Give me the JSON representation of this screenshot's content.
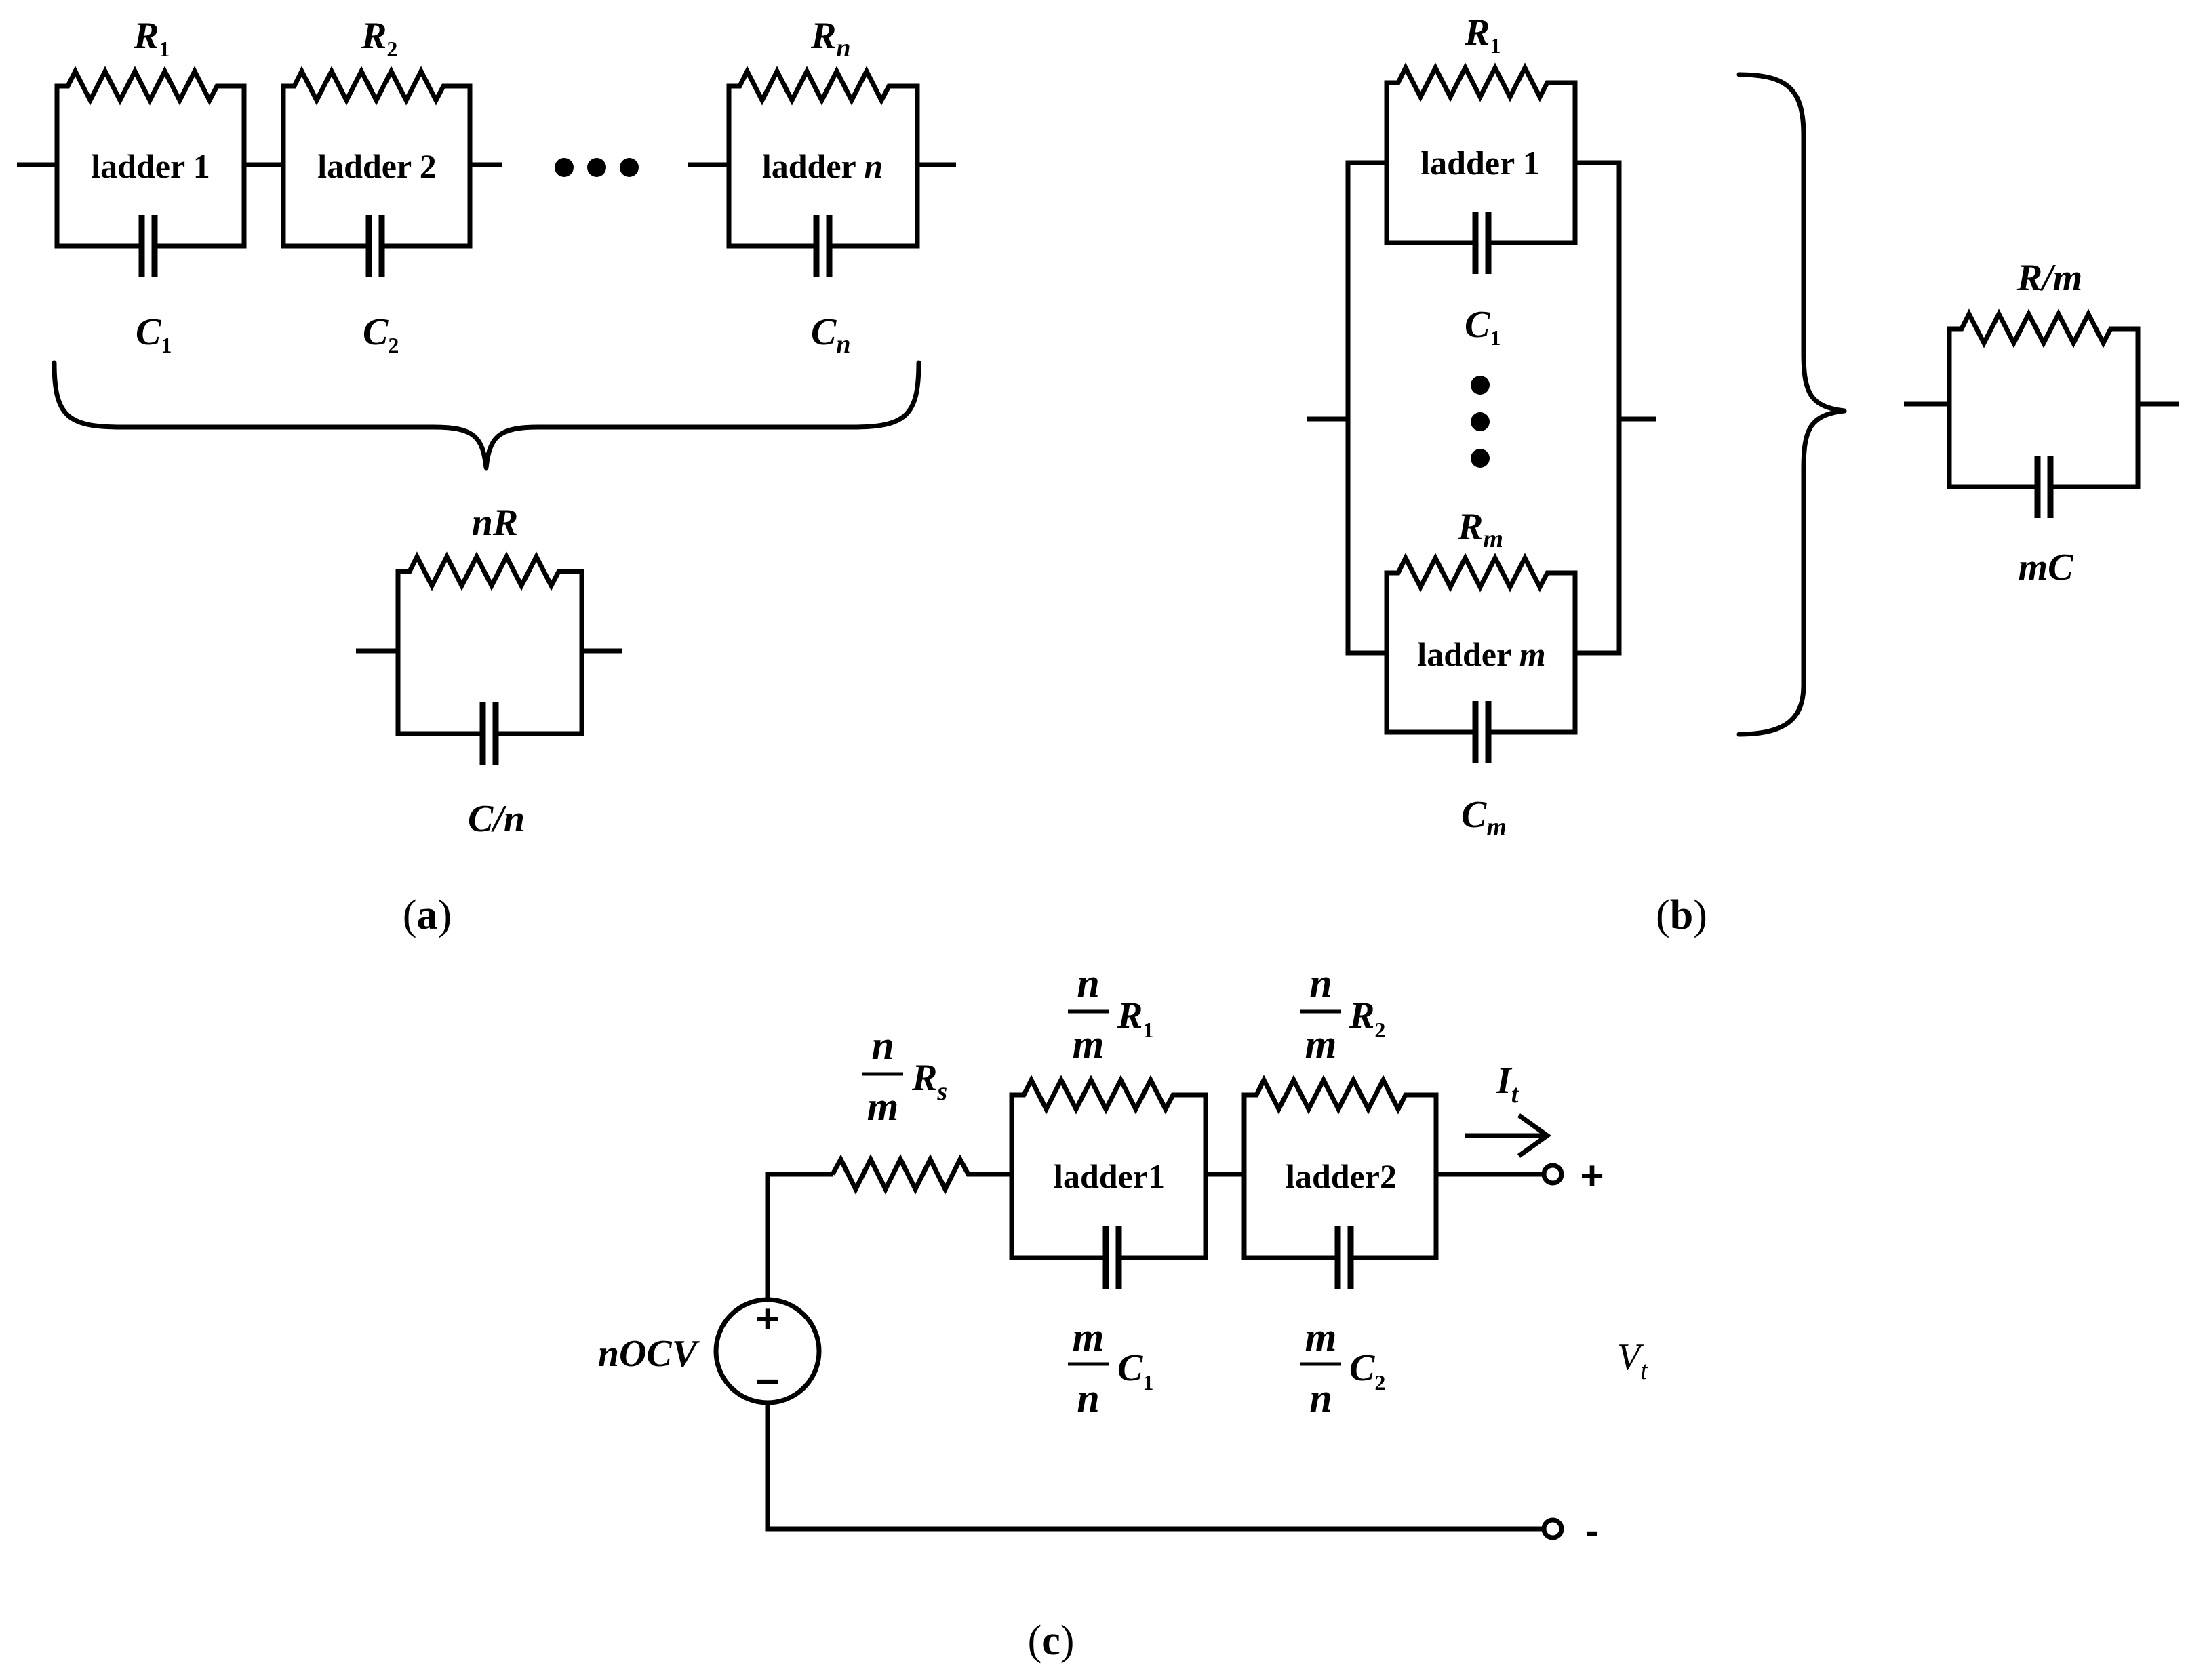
{
  "panel_a": {
    "caption_open": "(",
    "caption_letter": "a",
    "caption_close": ")",
    "ladder1": {
      "box": "ladder 1",
      "r": "R",
      "r_sub": "1",
      "c": "C",
      "c_sub": "1"
    },
    "ladder2": {
      "box": "ladder 2",
      "r": "R",
      "r_sub": "2",
      "c": "C",
      "c_sub": "2"
    },
    "laddern": {
      "box_prefix": "ladder ",
      "box_var": "n",
      "r": "R",
      "r_sub": "n",
      "c": "C",
      "c_sub": "n"
    },
    "equiv": {
      "r": "nR",
      "c": "C/n"
    }
  },
  "panel_b": {
    "caption_open": "(",
    "caption_letter": "b",
    "caption_close": ")",
    "ladder1": {
      "box": "ladder 1",
      "r": "R",
      "r_sub": "1",
      "c": "C",
      "c_sub": "1"
    },
    "ladderm": {
      "box_prefix": "ladder ",
      "box_var": "m",
      "r": "R",
      "r_sub": "m",
      "c": "C",
      "c_sub": "m"
    },
    "equiv": {
      "r": "R/m",
      "c": "mC"
    }
  },
  "panel_c": {
    "caption_open": "(",
    "caption_letter": "c",
    "caption_close": ")",
    "source": "nOCV",
    "source_plus": "+",
    "source_minus": "−",
    "rs": {
      "num": "n",
      "den": "m",
      "r": "R",
      "r_sub": "s"
    },
    "ladder1": {
      "box": "ladder1",
      "r_num": "n",
      "r_den": "m",
      "r": "R",
      "r_sub": "1",
      "c_num": "m",
      "c_den": "n",
      "c": "C",
      "c_sub": "1"
    },
    "ladder2": {
      "box": "ladder2",
      "r_num": "n",
      "r_den": "m",
      "r": "R",
      "r_sub": "2",
      "c_num": "m",
      "c_den": "n",
      "c": "C",
      "c_sub": "2"
    },
    "current": {
      "i": "I",
      "i_sub": "t"
    },
    "voltage": {
      "v": "V",
      "v_sub": "t"
    },
    "plus": "+",
    "minus": "-"
  }
}
